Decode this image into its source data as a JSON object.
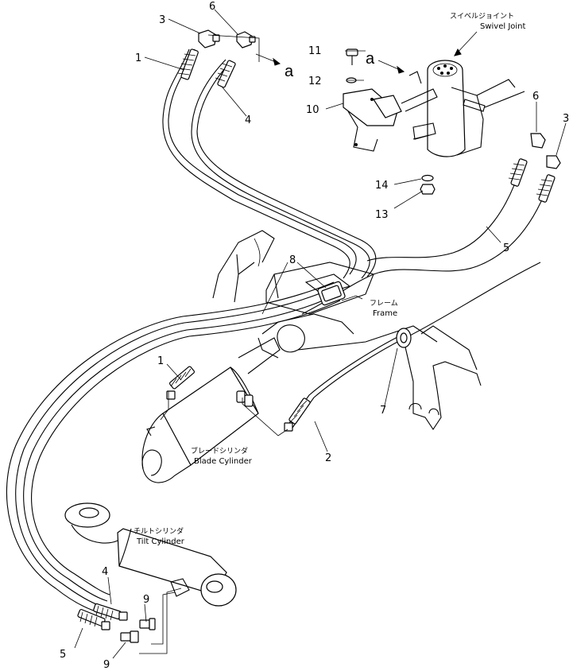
{
  "labels": {
    "swivel_joint_jp": "スイベルジョイント",
    "swivel_joint_en": "Swivel Joint",
    "frame_jp": "フレーム",
    "frame_en": "Frame",
    "blade_cylinder_jp": "ブレードシリンダ",
    "blade_cylinder_en": "Blade Cylinder",
    "tilt_cylinder_jp": "チルトシリンダ",
    "tilt_cylinder_en": "Tilt Cylinder"
  },
  "refs": {
    "a_left": "a",
    "a_right": "a"
  },
  "callouts": {
    "c1_top": "1",
    "c3_top": "3",
    "c6_top": "6",
    "c4_top": "4",
    "c11": "11",
    "c12": "12",
    "c10": "10",
    "c6_right": "6",
    "c3_right": "3",
    "c14": "14",
    "c13": "13",
    "c5_right": "5",
    "c8": "8",
    "c1_mid": "1",
    "c7": "7",
    "c2": "2",
    "c4_bottom": "4",
    "c9_upper": "9",
    "c5_bottom": "5",
    "c9_lower": "9"
  }
}
